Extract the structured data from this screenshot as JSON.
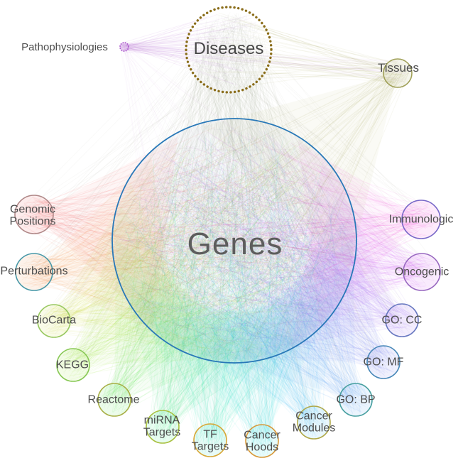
{
  "nodes": [
    {
      "id": "genes",
      "label": "Genes",
      "stroke": "#2878b8",
      "fan": "#7d8fa8"
    },
    {
      "id": "diseases",
      "label": "Diseases",
      "stroke": "#8a6d1a",
      "fan": "#8f8f72"
    },
    {
      "id": "pathophysiologies",
      "label": "Pathophysiologies",
      "stroke": "#b060d0",
      "fan": "#b060d0"
    },
    {
      "id": "tissues",
      "label": "Tissues",
      "stroke": "#a0a058",
      "fan": "#9a9a40"
    },
    {
      "id": "genomic-positions",
      "label": "Genomic\nPositions",
      "stroke": "#b08888",
      "fan": "#ee4444"
    },
    {
      "id": "perturbations",
      "label": "Perturbations",
      "stroke": "#4898a8",
      "fan": "#f08030"
    },
    {
      "id": "biocarta",
      "label": "BioCarta",
      "stroke": "#98c860",
      "fan": "#c8d820"
    },
    {
      "id": "kegg",
      "label": "KEGG",
      "stroke": "#88c855",
      "fan": "#8ae020"
    },
    {
      "id": "reactome",
      "label": "Reactome",
      "stroke": "#a8b048",
      "fan": "#46e03a"
    },
    {
      "id": "mirna-targets",
      "label": "miRNA\nTargets",
      "stroke": "#a8c040",
      "fan": "#22e070"
    },
    {
      "id": "tf-targets",
      "label": "TF\nTargets",
      "stroke": "#d8a838",
      "fan": "#14dcae"
    },
    {
      "id": "cancer-hoods",
      "label": "Cancer\nHoods",
      "stroke": "#d89838",
      "fan": "#10d8d8"
    },
    {
      "id": "cancer-modules",
      "label": "Cancer\nModules",
      "stroke": "#b0a848",
      "fan": "#28b4ec"
    },
    {
      "id": "go-bp",
      "label": "GO: BP",
      "stroke": "#48a0a0",
      "fan": "#3f92ee"
    },
    {
      "id": "go-mf",
      "label": "GO: MF",
      "stroke": "#4888b8",
      "fan": "#5f70ee"
    },
    {
      "id": "go-cc",
      "label": "GO: CC",
      "stroke": "#6878c0",
      "fan": "#8c52ee"
    },
    {
      "id": "oncogenic",
      "label": "Oncogenic",
      "stroke": "#9868c0",
      "fan": "#c23cee"
    },
    {
      "id": "immunologic",
      "label": "Immunologic",
      "stroke": "#7868c8",
      "fan": "#ea3cd8"
    }
  ],
  "edges": {
    "hairball": "#5a6878",
    "diseases_genes": "#77806a",
    "diseases_links": "#8f8f72",
    "diseases_tissues": "#a0a040",
    "pathophysiologies_links": "#b060d0"
  }
}
